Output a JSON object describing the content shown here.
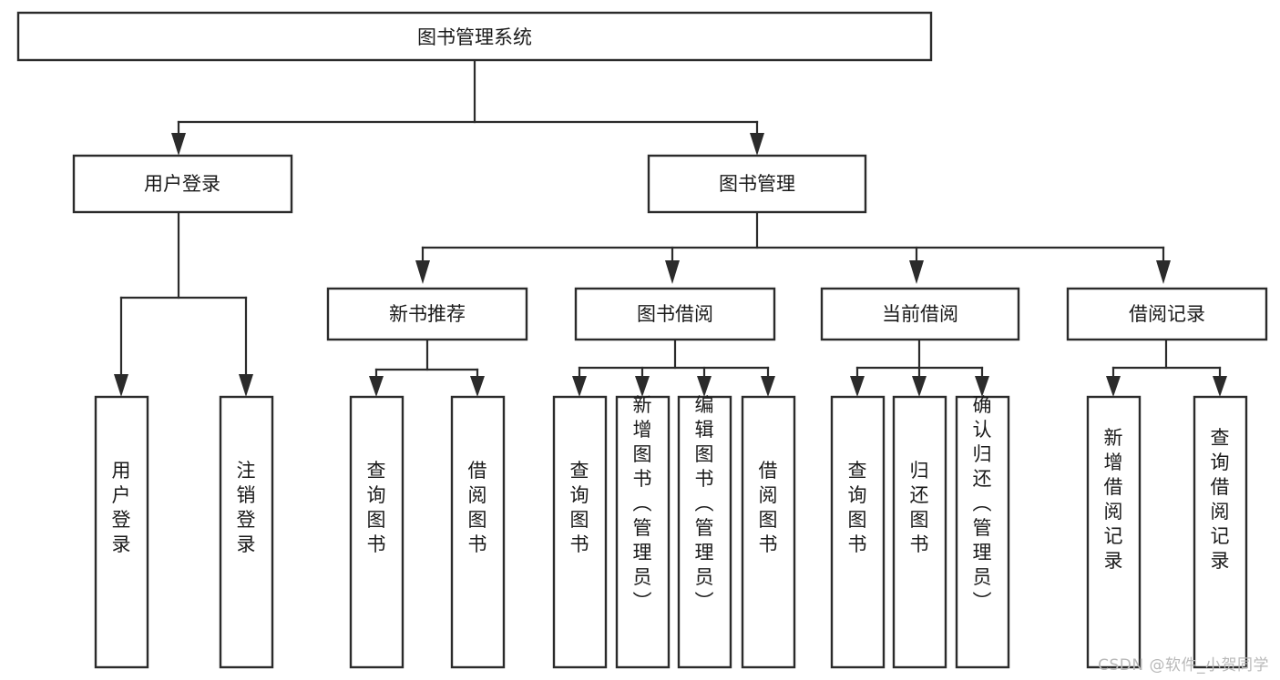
{
  "diagram": {
    "type": "tree",
    "title": "图书管理系统",
    "watermark": "CSDN @软件_小贺同学",
    "colors": {
      "box_stroke": "#2b2b2b",
      "box_fill": "#ffffff",
      "connector": "#2b2b2b",
      "text": "#1a1a1a",
      "watermark": "#b9b9b9",
      "background": "#ffffff"
    },
    "root": {
      "label": "图书管理系统",
      "orientation": "horizontal"
    },
    "level2": [
      {
        "label": "用户登录",
        "orientation": "horizontal"
      },
      {
        "label": "图书管理",
        "orientation": "horizontal"
      }
    ],
    "level3": [
      {
        "label": "新书推荐",
        "orientation": "horizontal"
      },
      {
        "label": "图书借阅",
        "orientation": "horizontal"
      },
      {
        "label": "当前借阅",
        "orientation": "horizontal"
      },
      {
        "label": "借阅记录",
        "orientation": "horizontal"
      }
    ],
    "leaves": {
      "user_login": [
        {
          "label": "用户登录",
          "orientation": "vertical"
        },
        {
          "label": "注销登录",
          "orientation": "vertical"
        }
      ],
      "new_book_recommend": [
        {
          "label": "查询图书",
          "orientation": "vertical"
        },
        {
          "label": "借阅图书",
          "orientation": "vertical"
        }
      ],
      "book_borrow": [
        {
          "label": "查询图书",
          "orientation": "vertical"
        },
        {
          "label": "新增图书（管理员）",
          "orientation": "vertical"
        },
        {
          "label": "编辑图书（管理员）",
          "orientation": "vertical"
        },
        {
          "label": "借阅图书",
          "orientation": "vertical"
        }
      ],
      "current_borrow": [
        {
          "label": "查询图书",
          "orientation": "vertical"
        },
        {
          "label": "归还图书",
          "orientation": "vertical"
        },
        {
          "label": "确认归还（管理员）",
          "orientation": "vertical"
        }
      ],
      "borrow_record": [
        {
          "label": "新增借阅记录",
          "orientation": "vertical"
        },
        {
          "label": "查询借阅记录",
          "orientation": "vertical"
        }
      ]
    }
  }
}
